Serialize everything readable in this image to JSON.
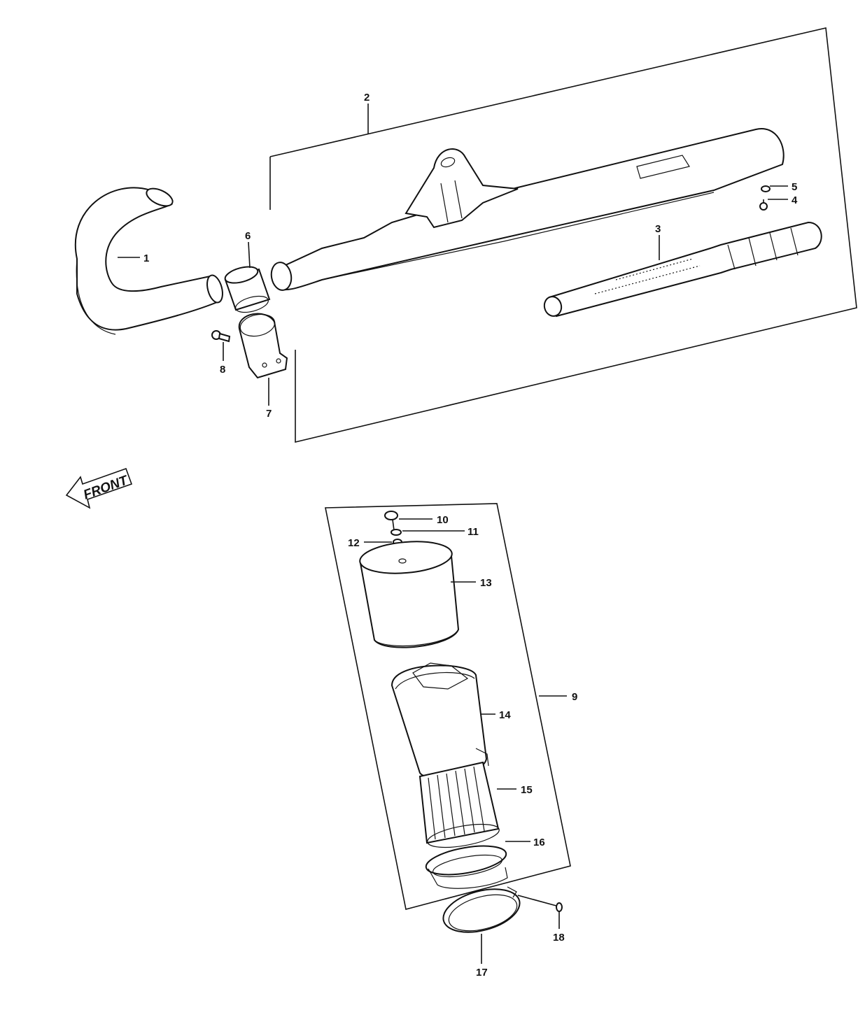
{
  "diagram": {
    "front_label": "FRONT",
    "callouts": {
      "c1": "1",
      "c2": "2",
      "c3": "3",
      "c4": "4",
      "c5": "5",
      "c6": "6",
      "c7": "7",
      "c8": "8",
      "c9": "9",
      "c10": "10",
      "c11": "11",
      "c12": "12",
      "c13": "13",
      "c14": "14",
      "c15": "15",
      "c16": "16",
      "c17": "17",
      "c18": "18"
    }
  }
}
